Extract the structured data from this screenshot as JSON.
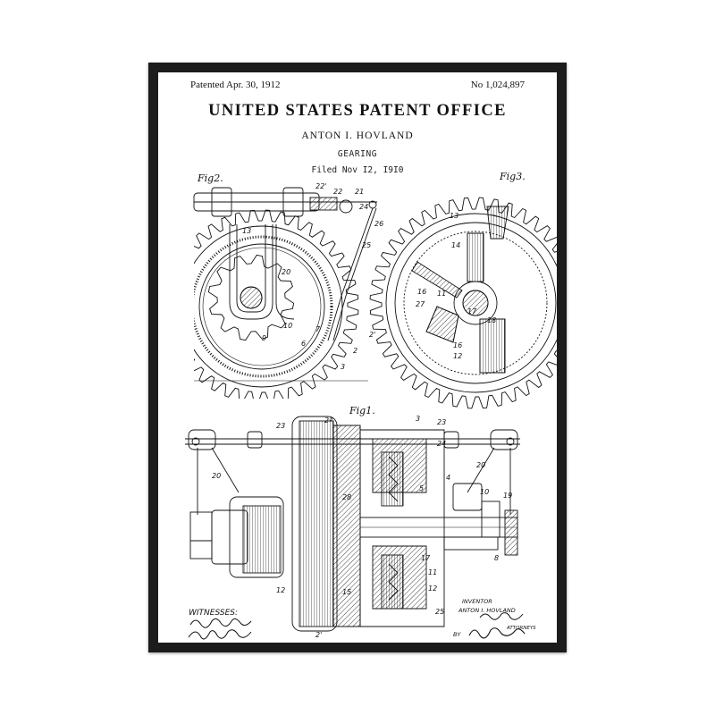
{
  "patent": {
    "date": "Patented Apr. 30, 1912",
    "number": "No 1,024,897",
    "office": "UNITED STATES PATENT OFFICE",
    "inventor": "ANTON I. HOVLAND",
    "subject": "GEARING",
    "filed": "Filed Nov I2, I9I0"
  },
  "figures": {
    "fig2": "Fig2.",
    "fig3": "Fig3.",
    "fig1": "Fig1."
  },
  "signatures": {
    "witnesses_title": "WITNESSES:",
    "inventor_caption": "INVENTOR",
    "inventor_name": "ANTON I. HOVLAND",
    "attorneys": "ATTORNEYS",
    "by": "BY"
  },
  "part_labels": {
    "p22a": "22'",
    "p22": "22",
    "p21": "21",
    "p24": "24",
    "p26": "26",
    "p25": "25",
    "p13": "13",
    "p20": "20",
    "p9": "9",
    "p10": "10",
    "p6": "6",
    "p7": "7",
    "p2": "2",
    "p3": "3",
    "p2a": "2'",
    "p14": "14",
    "p16": "16",
    "p11": "11",
    "p27": "27",
    "p17": "17",
    "p18": "18",
    "p12": "12",
    "p23": "23",
    "p2s": "2ª",
    "p4": "4",
    "p5": "5",
    "p8": "8",
    "p19": "19",
    "p28": "28",
    "p15": "15"
  },
  "colors": {
    "frame": "#1c1c1c",
    "paper": "#ffffff",
    "ink": "#111111"
  }
}
